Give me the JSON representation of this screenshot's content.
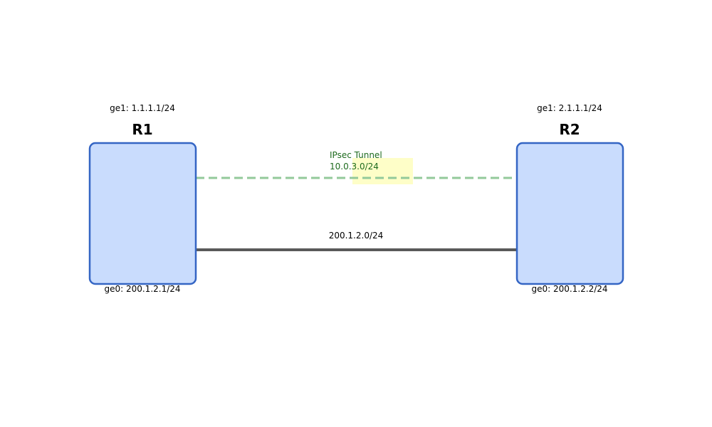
{
  "routers": [
    {
      "name": "R1",
      "top_interface": "ge1: 1.1.1.1/24",
      "bottom_interface": "ge0: 200.1.2.1/24"
    },
    {
      "name": "R2",
      "top_interface": "ge1: 2.1.1.1/24",
      "bottom_interface": "ge0: 200.1.2.2/24"
    }
  ],
  "links": {
    "physical": {
      "label": "200.1.2.0/24"
    },
    "tunnel": {
      "title": "IPsec Tunnel",
      "subnet": "10.0.3.0/24"
    }
  },
  "colors": {
    "router_fill": "#c9dcfd",
    "router_stroke": "#3465c4",
    "physical_link": "#5a5a5a",
    "tunnel_link": "#93c99a",
    "tunnel_text": "#1e6b1e",
    "tunnel_label_bg": "#fefec8"
  }
}
